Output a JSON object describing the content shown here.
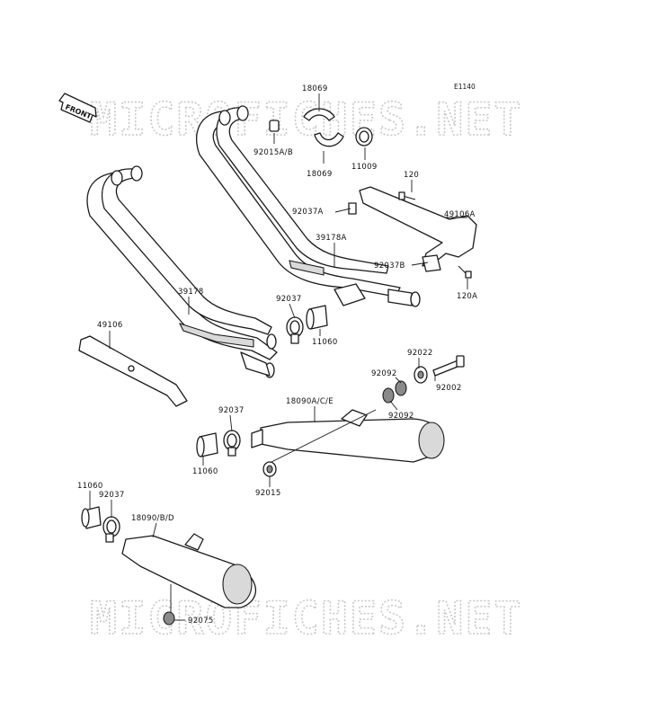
{
  "diagram_code": "E1140",
  "front_label": "FRONT",
  "watermark_text": "MICROFICHES.NET",
  "callouts": [
    {
      "id": "c18069a",
      "text": "18069"
    },
    {
      "id": "c18069b",
      "text": "18069"
    },
    {
      "id": "c92015ab",
      "text": "92015A/B"
    },
    {
      "id": "c11009",
      "text": "11009"
    },
    {
      "id": "c120",
      "text": "120"
    },
    {
      "id": "c92037a",
      "text": "92037A"
    },
    {
      "id": "c49106a",
      "text": "49106A"
    },
    {
      "id": "c39178a",
      "text": "39178A"
    },
    {
      "id": "c92037b",
      "text": "92037B"
    },
    {
      "id": "c120a",
      "text": "120A"
    },
    {
      "id": "c39178",
      "text": "39178"
    },
    {
      "id": "c92037_1",
      "text": "92037"
    },
    {
      "id": "c11060_1",
      "text": "11060"
    },
    {
      "id": "c49106",
      "text": "49106"
    },
    {
      "id": "c92022",
      "text": "92022"
    },
    {
      "id": "c92092_1",
      "text": "92092"
    },
    {
      "id": "c92002",
      "text": "92002"
    },
    {
      "id": "c92092_2",
      "text": "92092"
    },
    {
      "id": "c92037_2",
      "text": "92037"
    },
    {
      "id": "c18090ace",
      "text": "18090A/C/E"
    },
    {
      "id": "c11060_2",
      "text": "11060"
    },
    {
      "id": "c92015",
      "text": "92015"
    },
    {
      "id": "c11060_3",
      "text": "11060"
    },
    {
      "id": "c92037_3",
      "text": "92037"
    },
    {
      "id": "c18090bd",
      "text": "18090/B/D"
    },
    {
      "id": "c92075",
      "text": "92075"
    }
  ]
}
